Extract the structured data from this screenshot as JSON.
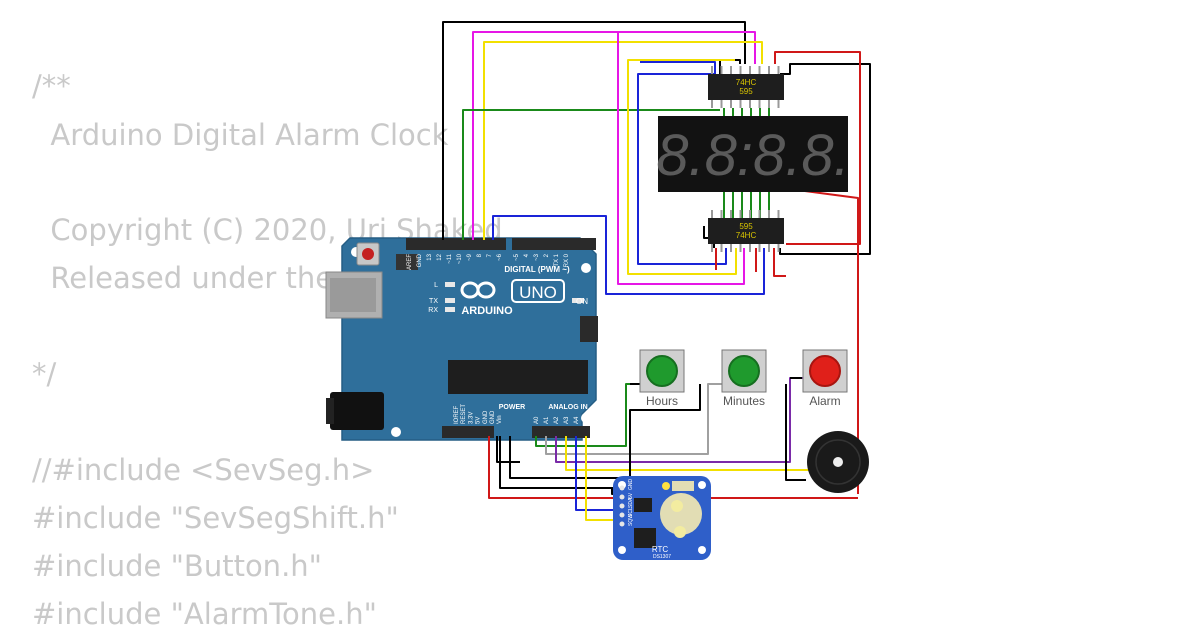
{
  "code_lines": [
    "/**",
    "  Arduino Digital Alarm Clock",
    "",
    "  Copyright (C) 2020, Uri Shaked",
    "  Released under the MIT License.",
    "",
    "*/",
    "",
    "//#include <SevSeg.h>",
    "#include \"SevSegShift.h\"",
    "#include \"Button.h\"",
    "#include \"AlarmTone.h\""
  ],
  "arduino": {
    "brand": "ARDUINO",
    "model": "UNO",
    "digital_label": "DIGITAL (PWM ~)",
    "analog_label": "ANALOG IN",
    "power_label": "POWER",
    "on_label": "ON",
    "led_l": "L",
    "led_tx": "TX",
    "led_rx": "RX",
    "digital_pins": [
      "AREF",
      "GND",
      "13",
      "12",
      "~11",
      "~10",
      "~9",
      "8",
      "7",
      "~6",
      "~5",
      "4",
      "~3",
      "2",
      "TX 1",
      "RX 0"
    ],
    "power_pins": [
      "IOREF",
      "RESET",
      "3.3V",
      "5V",
      "GND",
      "GND",
      "Vin"
    ],
    "analog_pins": [
      "A0",
      "A1",
      "A2",
      "A3",
      "A4",
      "A5"
    ]
  },
  "shift_register_top": {
    "line1": "74HC",
    "line2": "595"
  },
  "shift_register_bottom": {
    "line1": "595",
    "line2": "74HC"
  },
  "display": {
    "digits": "8.8:8.8."
  },
  "buttons": [
    {
      "label": "Hours",
      "color": "#1f9a2d"
    },
    {
      "label": "Minutes",
      "color": "#1f9a2d"
    },
    {
      "label": "Alarm",
      "color": "#e0201a"
    }
  ],
  "rtc": {
    "title": "RTC",
    "chip": "DS1307",
    "pins": [
      "GND",
      "5V",
      "SDA",
      "SCL",
      "SQW"
    ]
  },
  "colors": {
    "board": "#2f6f9b",
    "wire_black": "#000000",
    "wire_red": "#d01818",
    "wire_yellow": "#f2e000",
    "wire_magenta": "#e617e6",
    "wire_blue": "#1a24d8",
    "wire_green": "#1a8a1a",
    "wire_purple": "#7a2aa8",
    "wire_gray": "#a0a0a0",
    "segment": "#5a5a5a",
    "code_text": "#c9c9c9"
  }
}
